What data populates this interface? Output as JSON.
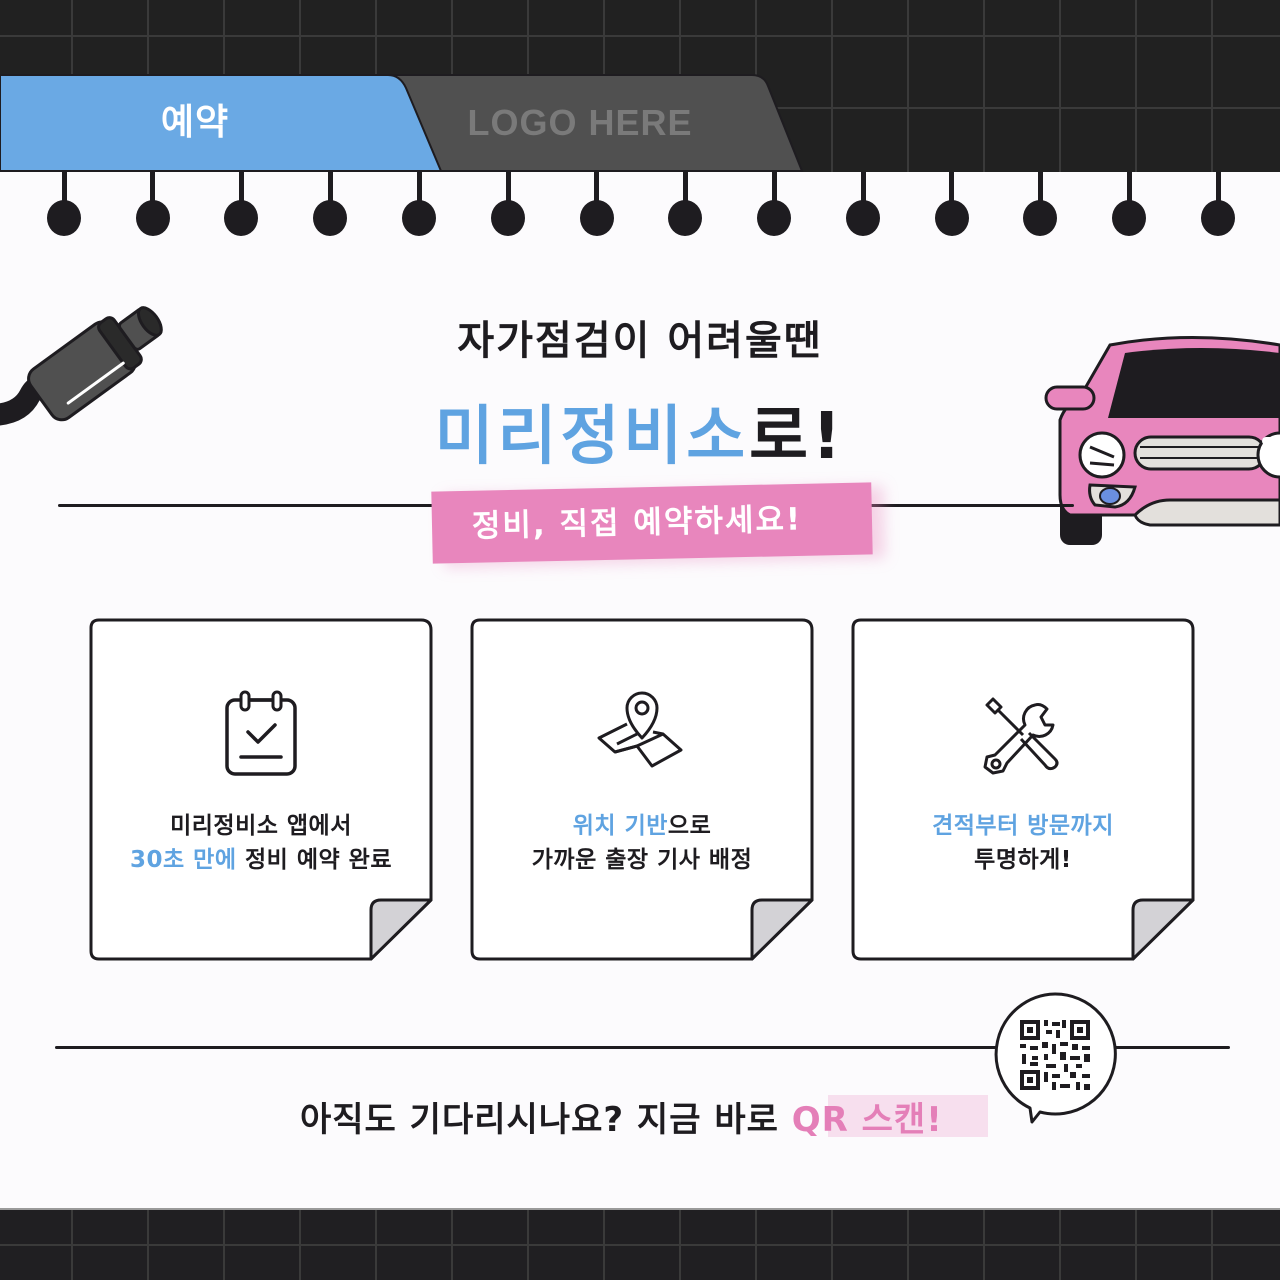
{
  "header": {
    "active_tab": "예약",
    "logo_tab": "LOGO HERE",
    "colors": {
      "active_tab_bg": "#6aa9e4",
      "logo_tab_bg": "#505050",
      "band_bg": "#212121"
    }
  },
  "hero": {
    "headline_line1": "자가점검이 어려울땐",
    "headline_brand": "미리정비소",
    "headline_suffix": "로!",
    "badge_text": "정비, 직접 예약하세요!",
    "colors": {
      "brand_blue": "#5fa3e1",
      "badge_pink": "#e886bd"
    }
  },
  "illustrations": {
    "left": "muffler-exhaust-illustration",
    "right": "pink-car-illustration"
  },
  "cards": [
    {
      "icon": "calendar-check-icon",
      "line1": {
        "dark": "미리정비소 앱에서"
      },
      "line2": {
        "blue": "30초 만에",
        "dark": " 정비 예약 완료"
      }
    },
    {
      "icon": "map-location-icon",
      "line1": {
        "blue": "위치 기반",
        "dark": "으로"
      },
      "line2": {
        "dark": "가까운 출장 기사 배정"
      }
    },
    {
      "icon": "wrench-screwdriver-icon",
      "line1": {
        "blue": "견적부터 방문까지"
      },
      "line2": {
        "dark": "투명하게!"
      }
    }
  ],
  "footer": {
    "cta_text": "아직도 기다리시나요? 지금 바로 ",
    "cta_highlight": "QR 스캔!",
    "qr_label": "qr-code",
    "colors": {
      "highlight_pink": "#e47fb8"
    }
  }
}
